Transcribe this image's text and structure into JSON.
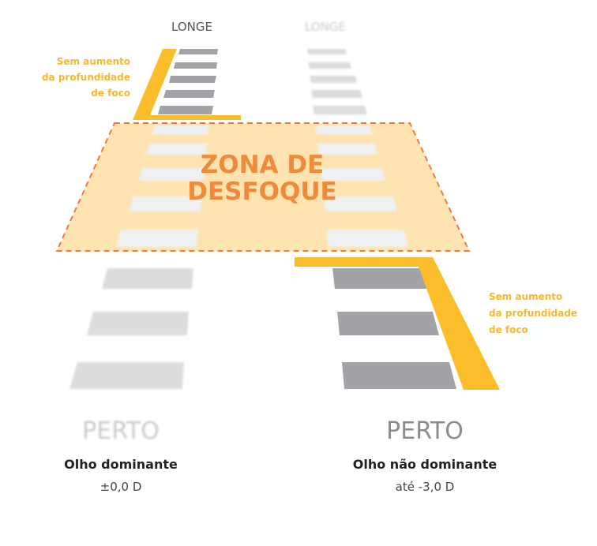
{
  "left_column": {
    "far_label": "LONGE",
    "near_label": "PERTO",
    "eye_title": "Olho dominante",
    "eye_value": "±0,0 D"
  },
  "right_column": {
    "far_label": "LONGE",
    "near_label": "PERTO",
    "eye_title": "Olho não dominante",
    "eye_value": "até -3,0 D"
  },
  "callout_top_left": {
    "lines": [
      "Sem aumento",
      "da profundidade",
      "de foco"
    ]
  },
  "callout_bottom_right": {
    "lines": [
      "Sem aumento",
      "da profundidade",
      "de foco"
    ]
  },
  "blur_zone": {
    "lines": [
      "ZONA DE",
      "DESFOQUE"
    ]
  },
  "colors": {
    "bar_sharp": "#a2a3a6",
    "bar_blurred": "#dcdcdd",
    "accent_yellow": "#fbbd2a",
    "zone_fill": "#fde3b0",
    "zone_border": "#ee7c3a",
    "zone_text": "#f08a3b",
    "callout_text": "#f9b72c",
    "dark_text": "#222222",
    "label_gray": "#555555",
    "blurred_label": "#c9c9c9",
    "sharp_label": "#8c8c8c"
  }
}
